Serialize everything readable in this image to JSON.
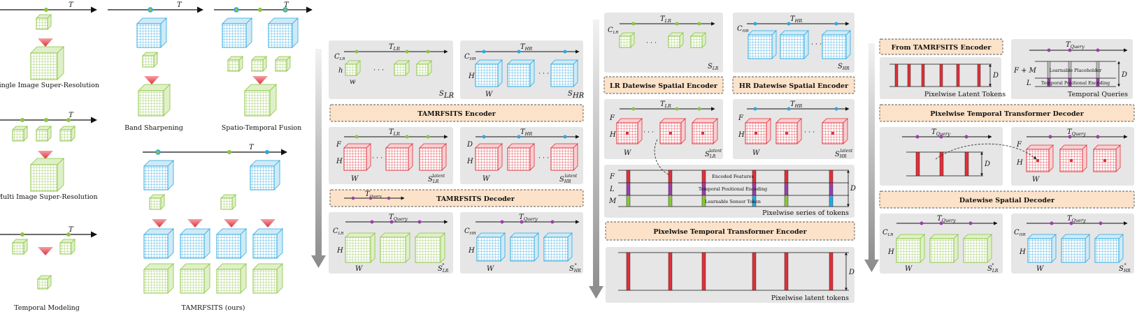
{
  "colors": {
    "lr": "#8ac43f",
    "hr": "#29a8e0",
    "latent": "#e0303a",
    "query": "#9b3fa8",
    "panel": "#e6e6e6",
    "module": "#fbe2c8"
  },
  "tasks": {
    "sisr": "Single Image Super-Resolution",
    "misr": "Multi Image Super-Resolution",
    "temporal": "Temporal Modeling",
    "sharpening": "Band Sharpening",
    "stf": "Spatio-Temporal Fusion",
    "ours": "TAMRFSITS (ours)",
    "time_symbol": "T"
  },
  "overview": {
    "s_lr": "S",
    "s_lr_sub": "LR",
    "s_hr": "S",
    "s_hr_sub": "HR",
    "t_lr": "T",
    "t_lr_sub": "LR",
    "t_hr": "T",
    "t_hr_sub": "HR",
    "t_query": "T",
    "t_query_sub": "Query",
    "encoder": "TAMRFSITS Encoder",
    "decoder": "TAMRFSITS Decoder",
    "latent_sup": "latent",
    "pred_sup": "*",
    "c_lr": "C",
    "c_hr": "C",
    "h_small": "h",
    "w_small": "w",
    "h_big": "H",
    "w_big": "W",
    "d": "D"
  },
  "encoder_detail": {
    "lr_spatial": "LR Datewise Spatial Encoder",
    "hr_spatial": "HR Datewise Spatial Encoder",
    "encoded_features": "Encoded Features",
    "temporal_pe": "Temporal Positional Encoding",
    "sensor_token": "Learnable Sensor Token",
    "series_caption": "Pixelwise series of tokens",
    "temporal_encoder": "Pixelwise Temporal Transformer Encoder",
    "latent_caption": "Pixelwise latent tokens",
    "f": "F",
    "l": "L",
    "m": "M"
  },
  "decoder_detail": {
    "from_encoder": "From TAMRFSITS Encoder",
    "latent_tokens": "Pixelwise Latent Tokens",
    "temporal_queries": "Temporal Queries",
    "placeholder": "Learnable Placeholder",
    "query_pe": "Temporal Positional Encoding",
    "fm": "F + M",
    "temporal_decoder": "Pixelwise Temporal Transformer Decoder",
    "spatial_decoder": "Datewise Spatial Decoder"
  }
}
